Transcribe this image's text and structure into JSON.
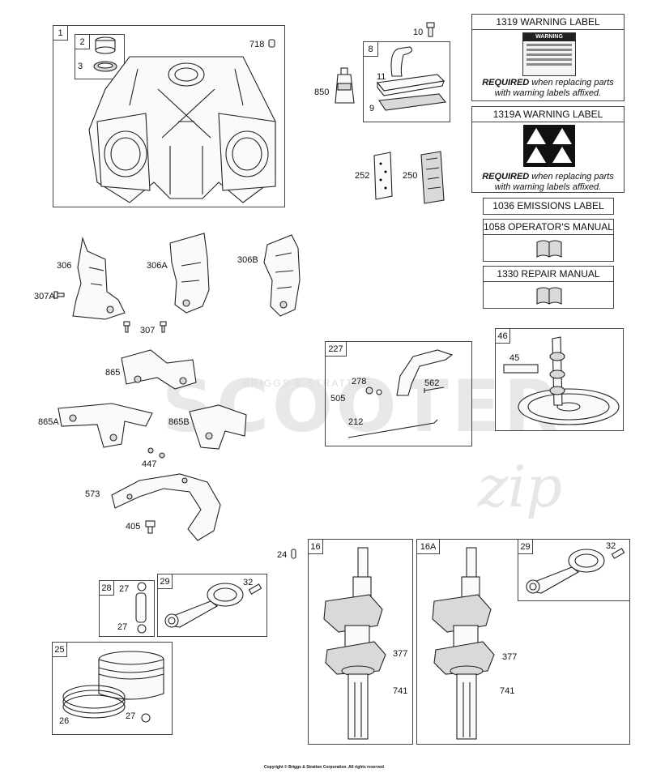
{
  "footer": "Copyright © Briggs & Stratton Corporation. All rights reserved",
  "watermark": "SCOOTER",
  "watermark_sub": "BRIGGS & STRATTON",
  "watermark_script": "zip",
  "labels": {
    "warning": {
      "title": "1319 WARNING LABEL",
      "required": "REQUIRED",
      "text1": " when replacing parts",
      "text2": "with warning labels affixed.",
      "sign_head": "WARNING"
    },
    "warningA": {
      "title": "1319A WARNING LABEL",
      "required": "REQUIRED",
      "text1": " when replacing parts",
      "text2": "with warning labels affixed."
    },
    "emissions": "1036 EMISSIONS LABEL",
    "operators": "1058 OPERATOR'S MANUAL",
    "repair": "1330 REPAIR MANUAL"
  },
  "callouts": {
    "c1": "1",
    "c2": "2",
    "c3": "3",
    "c718": "718",
    "c10": "10",
    "c8": "8",
    "c11": "11",
    "c9": "9",
    "c850": "850",
    "c252": "252",
    "c250": "250",
    "c306": "306",
    "c306A": "306A",
    "c306B": "306B",
    "c307A": "307A",
    "c307": "307",
    "c865": "865",
    "c865A": "865A",
    "c865B": "865B",
    "c447": "447",
    "c573": "573",
    "c405": "405",
    "c227": "227",
    "c278": "278",
    "c562": "562",
    "c505": "505",
    "c212": "212",
    "c46": "46",
    "c45": "45",
    "c24": "24",
    "c16": "16",
    "c16A": "16A",
    "c29a": "29",
    "c32a": "32",
    "c28": "28",
    "c27a": "27",
    "c27b": "27",
    "c29b": "29",
    "c32b": "32",
    "c25": "25",
    "c26": "26",
    "c27c": "27",
    "c377a": "377",
    "c741a": "741",
    "c377b": "377",
    "c741b": "741"
  }
}
